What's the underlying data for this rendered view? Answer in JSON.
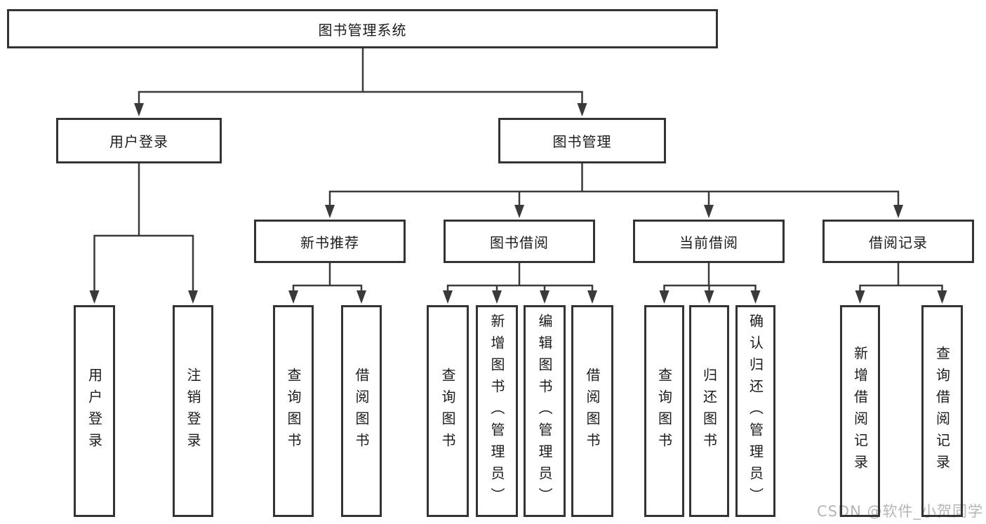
{
  "tree": {
    "root": "图书管理系统",
    "children": [
      {
        "label": "用户登录",
        "children": [
          {
            "label": "用户登录"
          },
          {
            "label": "注销登录"
          }
        ]
      },
      {
        "label": "图书管理",
        "children": [
          {
            "label": "新书推荐",
            "children": [
              {
                "label": "查询图书"
              },
              {
                "label": "借阅图书"
              }
            ]
          },
          {
            "label": "图书借阅",
            "children": [
              {
                "label": "查询图书"
              },
              {
                "label": "新增图书（管理员）"
              },
              {
                "label": "编辑图书（管理员）"
              },
              {
                "label": "借阅图书"
              }
            ]
          },
          {
            "label": "当前借阅",
            "children": [
              {
                "label": "查询图书"
              },
              {
                "label": "归还图书"
              },
              {
                "label": "确认归还（管理员）"
              }
            ]
          },
          {
            "label": "借阅记录",
            "children": [
              {
                "label": "新增借阅记录"
              },
              {
                "label": "查询借阅记录"
              }
            ]
          }
        ]
      }
    ]
  },
  "watermark": {
    "text": "CSDN @软件_小贺同学",
    "color": "#b5b5b5"
  },
  "colors": {
    "line": "#3a3a3a",
    "border": "#333333",
    "text": "#1c1c1c",
    "background": "#ffffff"
  }
}
